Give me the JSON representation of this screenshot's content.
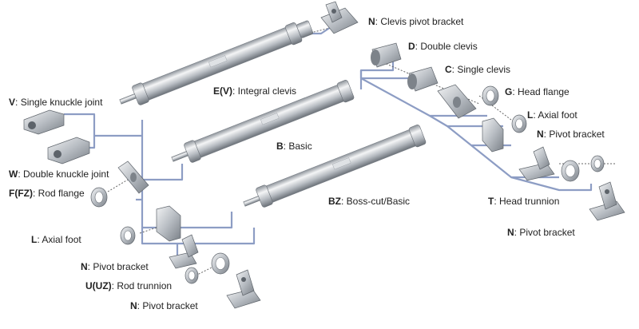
{
  "labels": {
    "clevis_pivot": {
      "code": "N",
      "text": "Clevis pivot bracket"
    },
    "double_clevis": {
      "code": "D",
      "text": "Double clevis"
    },
    "single_clevis": {
      "code": "C",
      "text": "Single clevis"
    },
    "head_flange": {
      "code": "G",
      "text": "Head flange"
    },
    "axial_foot_right": {
      "code": "L",
      "text": "Axial foot"
    },
    "pivot_bracket_right1": {
      "code": "N",
      "text": "Pivot bracket"
    },
    "head_trunnion": {
      "code": "T",
      "text": "Head trunnion"
    },
    "pivot_bracket_right2": {
      "code": "N",
      "text": "Pivot bracket"
    },
    "integral_clevis": {
      "code": "E(V)",
      "text": "Integral clevis"
    },
    "basic": {
      "code": "B",
      "text": "Basic"
    },
    "boss_cut": {
      "code": "BZ",
      "text": "Boss-cut/Basic"
    },
    "single_knuckle": {
      "code": "V",
      "text": "Single knuckle joint"
    },
    "double_knuckle": {
      "code": "W",
      "text": "Double knuckle joint"
    },
    "rod_flange": {
      "code": "F(FZ)",
      "text": "Rod flange"
    },
    "axial_foot_left": {
      "code": "L",
      "text": "Axial foot"
    },
    "pivot_bracket_left1": {
      "code": "N",
      "text": "Pivot bracket"
    },
    "rod_trunnion": {
      "code": "U(UZ)",
      "text": "Rod trunnion"
    },
    "pivot_bracket_left2": {
      "code": "N",
      "text": "Pivot bracket"
    }
  },
  "colors": {
    "connector_line": "#8d9dc4",
    "steel_light": "#eef0f2",
    "steel_mid": "#b9bec4",
    "steel_dark": "#6e747b",
    "label_text": "#222222"
  }
}
